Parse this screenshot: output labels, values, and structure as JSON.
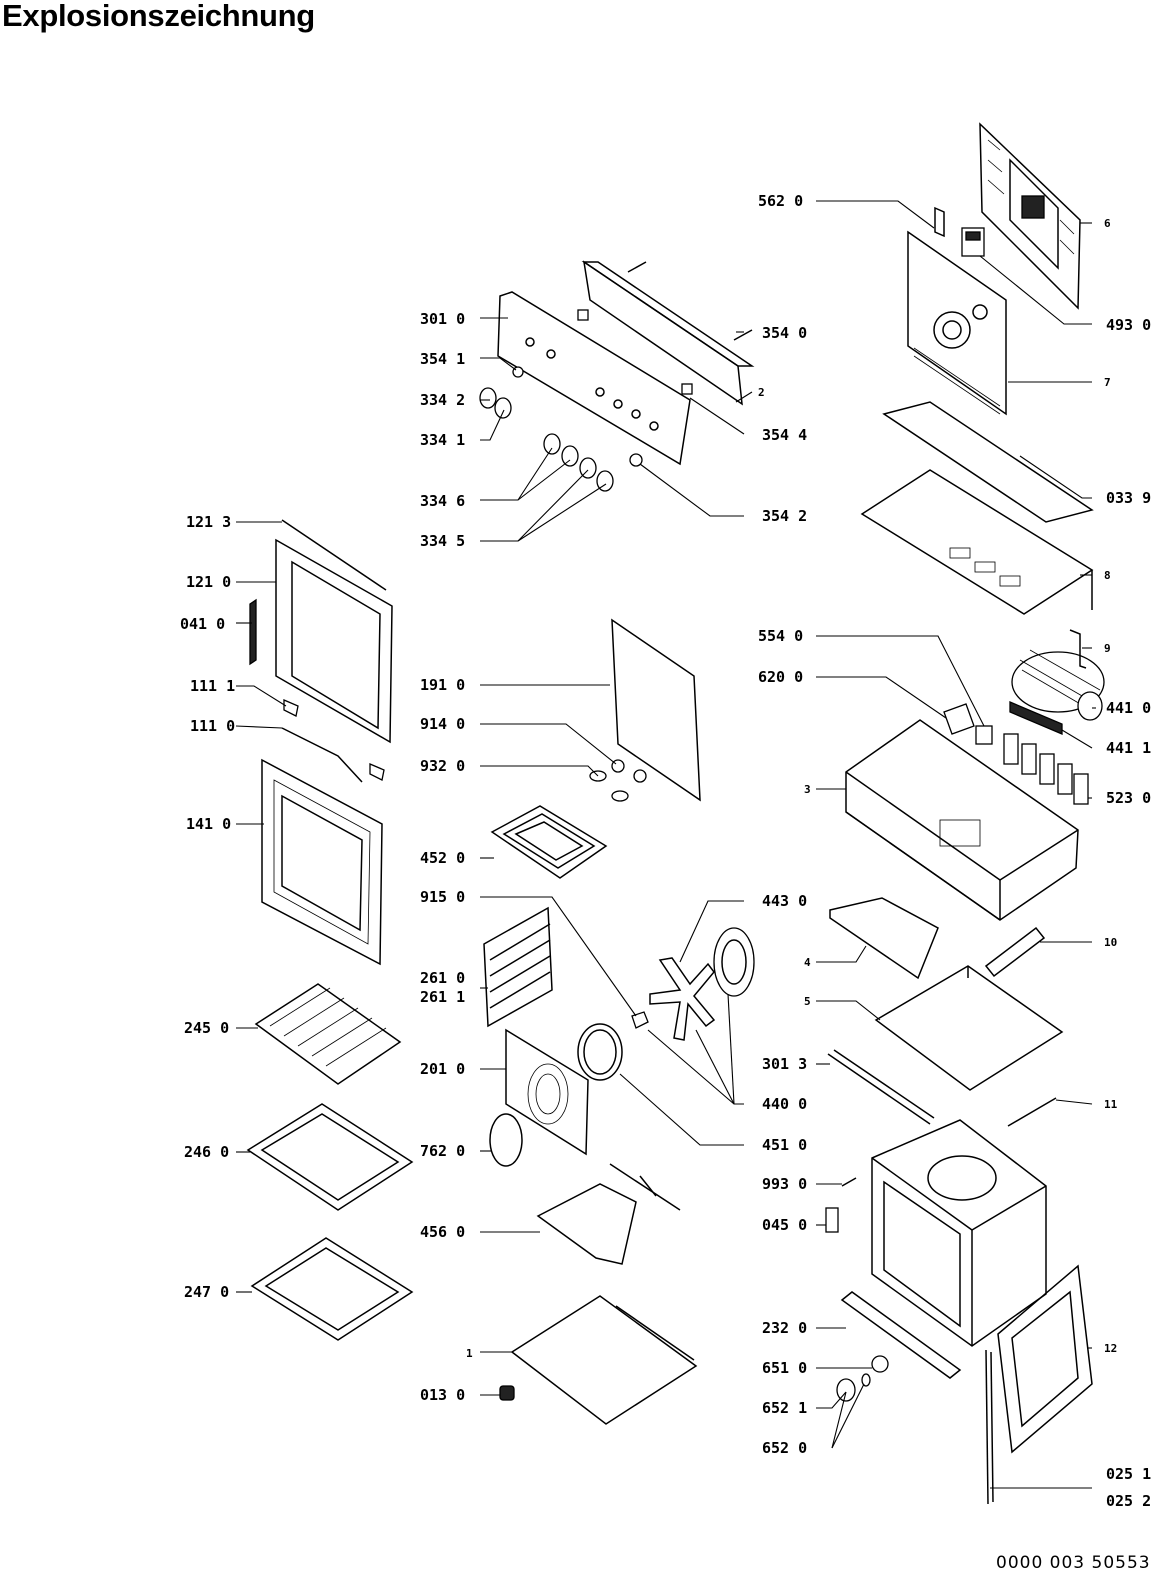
{
  "title": "Explosionszeichnung",
  "doc_number": "0000 003 50553",
  "callouts": {
    "c5620": "562 0",
    "c3010": "301 0",
    "c3540": "354 0",
    "c3541": "354 1",
    "c3342": "334 2",
    "c3341": "334 1",
    "c3544": "354 4",
    "c3346": "334 6",
    "c3542": "354 2",
    "c3345": "334 5",
    "c4930": "493 0",
    "c7": "7",
    "c6": "6",
    "c2": "2",
    "c0339": "033 9",
    "c8": "8",
    "c1213": "121 3",
    "c1210": "121 0",
    "c0410": "041 0",
    "c1111": "111 1",
    "c1110": "111 0",
    "c1410": "141 0",
    "c2450": "245 0",
    "c2460": "246 0",
    "c2470": "247 0",
    "c1910": "191 0",
    "c9140": "914 0",
    "c9320": "932 0",
    "c4520": "452 0",
    "c9150": "915 0",
    "c2610": "261 0",
    "c2611": "261 1",
    "c2010": "201 0",
    "c7620": "762 0",
    "c4560": "456 0",
    "c1": "1",
    "c0130": "013 0",
    "c5540": "554 0",
    "c6200": "620 0",
    "c9": "9",
    "c4410": "441 0",
    "c4411": "441 1",
    "c3": "3",
    "c5230": "523 0",
    "c4430": "443 0",
    "c4": "4",
    "c10": "10",
    "c5": "5",
    "c3013": "301 3",
    "c4400": "440 0",
    "c11": "11",
    "c4510": "451 0",
    "c9930": "993 0",
    "c0450": "045 0",
    "c2320": "232 0",
    "c6510": "651 0",
    "c6521": "652 1",
    "c6520": "652 0",
    "c12": "12",
    "c0251": "025 1",
    "c0252": "025 2"
  }
}
